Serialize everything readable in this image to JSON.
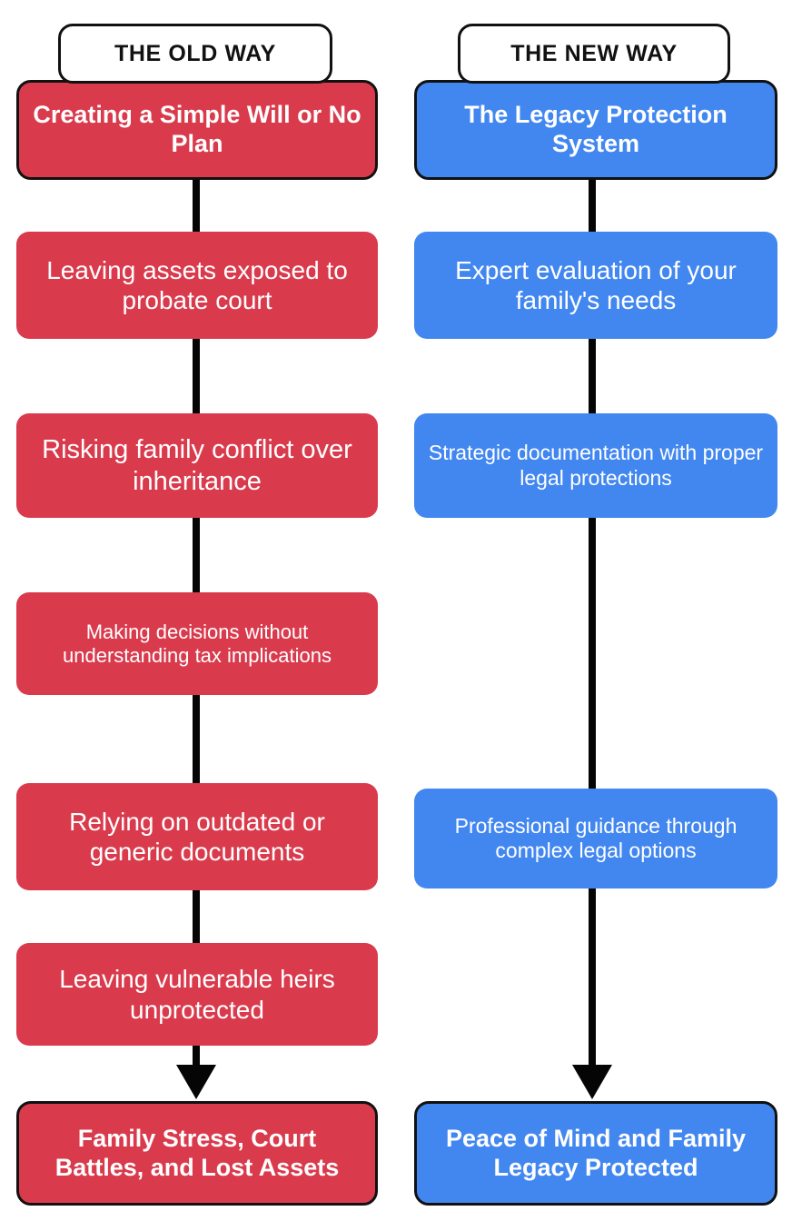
{
  "diagram": {
    "type": "two-column-comparison-flow",
    "colors": {
      "old_way_fill": "#d93b4d",
      "new_way_fill": "#4287f0",
      "border": "#111111",
      "connector": "#050505",
      "pill_fill": "#ffffff",
      "text_on_fill": "#ffffff",
      "pill_text": "#111111",
      "background": "#ffffff"
    }
  },
  "columns": [
    {
      "id": "old-way",
      "pill_label": "THE OLD WAY",
      "accent": "#d93b4d",
      "nodes": [
        {
          "label": "Creating a Simple Will or No Plan",
          "role": "header"
        },
        {
          "label": "Leaving assets exposed to probate court",
          "role": "step"
        },
        {
          "label": "Risking family conflict over inheritance",
          "role": "step"
        },
        {
          "label": "Making decisions without understanding tax implications",
          "role": "step"
        },
        {
          "label": "Relying on outdated or generic documents",
          "role": "step"
        },
        {
          "label": "Leaving vulnerable heirs unprotected",
          "role": "step"
        },
        {
          "label": "Family Stress, Court Battles, and Lost Assets",
          "role": "outcome"
        }
      ]
    },
    {
      "id": "new-way",
      "pill_label": "THE NEW WAY",
      "accent": "#4287f0",
      "nodes": [
        {
          "label": "The Legacy Protection System",
          "role": "header"
        },
        {
          "label": "Expert evaluation of your family's needs",
          "role": "step"
        },
        {
          "label": "Strategic documentation with proper legal protections",
          "role": "step"
        },
        {
          "label": "Professional guidance through complex legal options",
          "role": "step"
        },
        {
          "label": "Peace of Mind and Family Legacy Protected",
          "role": "outcome"
        }
      ]
    }
  ]
}
